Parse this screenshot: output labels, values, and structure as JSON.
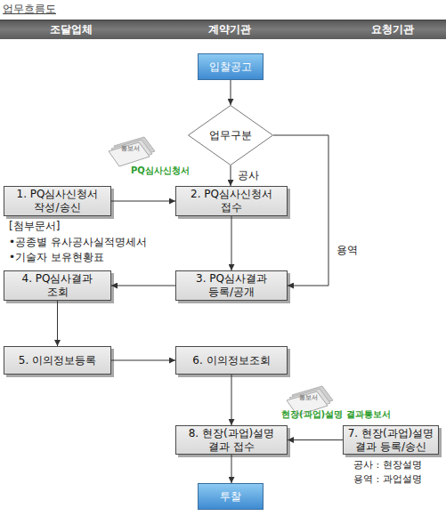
{
  "diagram": {
    "title": "업무흐름도",
    "nodes": [
      {
        "text": [
          "조달업체"
        ]
      },
      {
        "text": [
          "계약기관"
        ]
      },
      {
        "text": [
          "요청기관"
        ]
      },
      {
        "text": [
          "입찰공고"
        ]
      },
      {
        "text": [
          "업무구분"
        ]
      },
      {
        "text": [
          "1. PQ심사신청서 작성/송신"
        ]
      },
      {
        "text": [
          "2. PQ심사신청서 접수"
        ]
      },
      {
        "text": [
          "4. PQ심사결과 조회"
        ]
      },
      {
        "text": [
          "3. PQ심사결과 등록/공개"
        ]
      },
      {
        "text": [
          "5. 이의정보등록"
        ]
      },
      {
        "text": [
          "6. 이의정보조회"
        ]
      },
      {
        "text": [
          "8. 현장(과업)설명 결과 접수"
        ]
      },
      {
        "text": [
          "7. 현장(과업)설명 결과 등록/송신"
        ]
      },
      {
        "text": [
          "투찰"
        ]
      }
    ],
    "edges": [
      {
        "from": 3,
        "to": 4,
        "arrow": "to"
      },
      {
        "from": 4,
        "to": 6,
        "label": "공사",
        "arrow": "to"
      },
      {
        "from": 4,
        "to": 8,
        "label": "용역",
        "arrow": "to"
      },
      {
        "from": 5,
        "to": 6,
        "arrow": "to"
      },
      {
        "from": 6,
        "to": 8,
        "arrow": "to"
      },
      {
        "from": 8,
        "to": 7,
        "arrow": "to"
      },
      {
        "from": 7,
        "to": 9,
        "arrow": "to"
      },
      {
        "from": 9,
        "to": 10,
        "arrow": "to"
      },
      {
        "from": 10,
        "to": 11,
        "arrow": "to"
      },
      {
        "from": 12,
        "to": 11,
        "arrow": "to"
      },
      {
        "from": 11,
        "to": 13,
        "arrow": "to"
      }
    ],
    "labels": [
      "통보서",
      "PQ심사신청서",
      "[첨부문서]",
      "•공종별 유사공사실적명세서",
      "•기술자 보유현황표",
      "통보서",
      "현장(과업)설명 결과통보서",
      "공사 : 현장설명",
      "용역 : 과업설명"
    ]
  }
}
